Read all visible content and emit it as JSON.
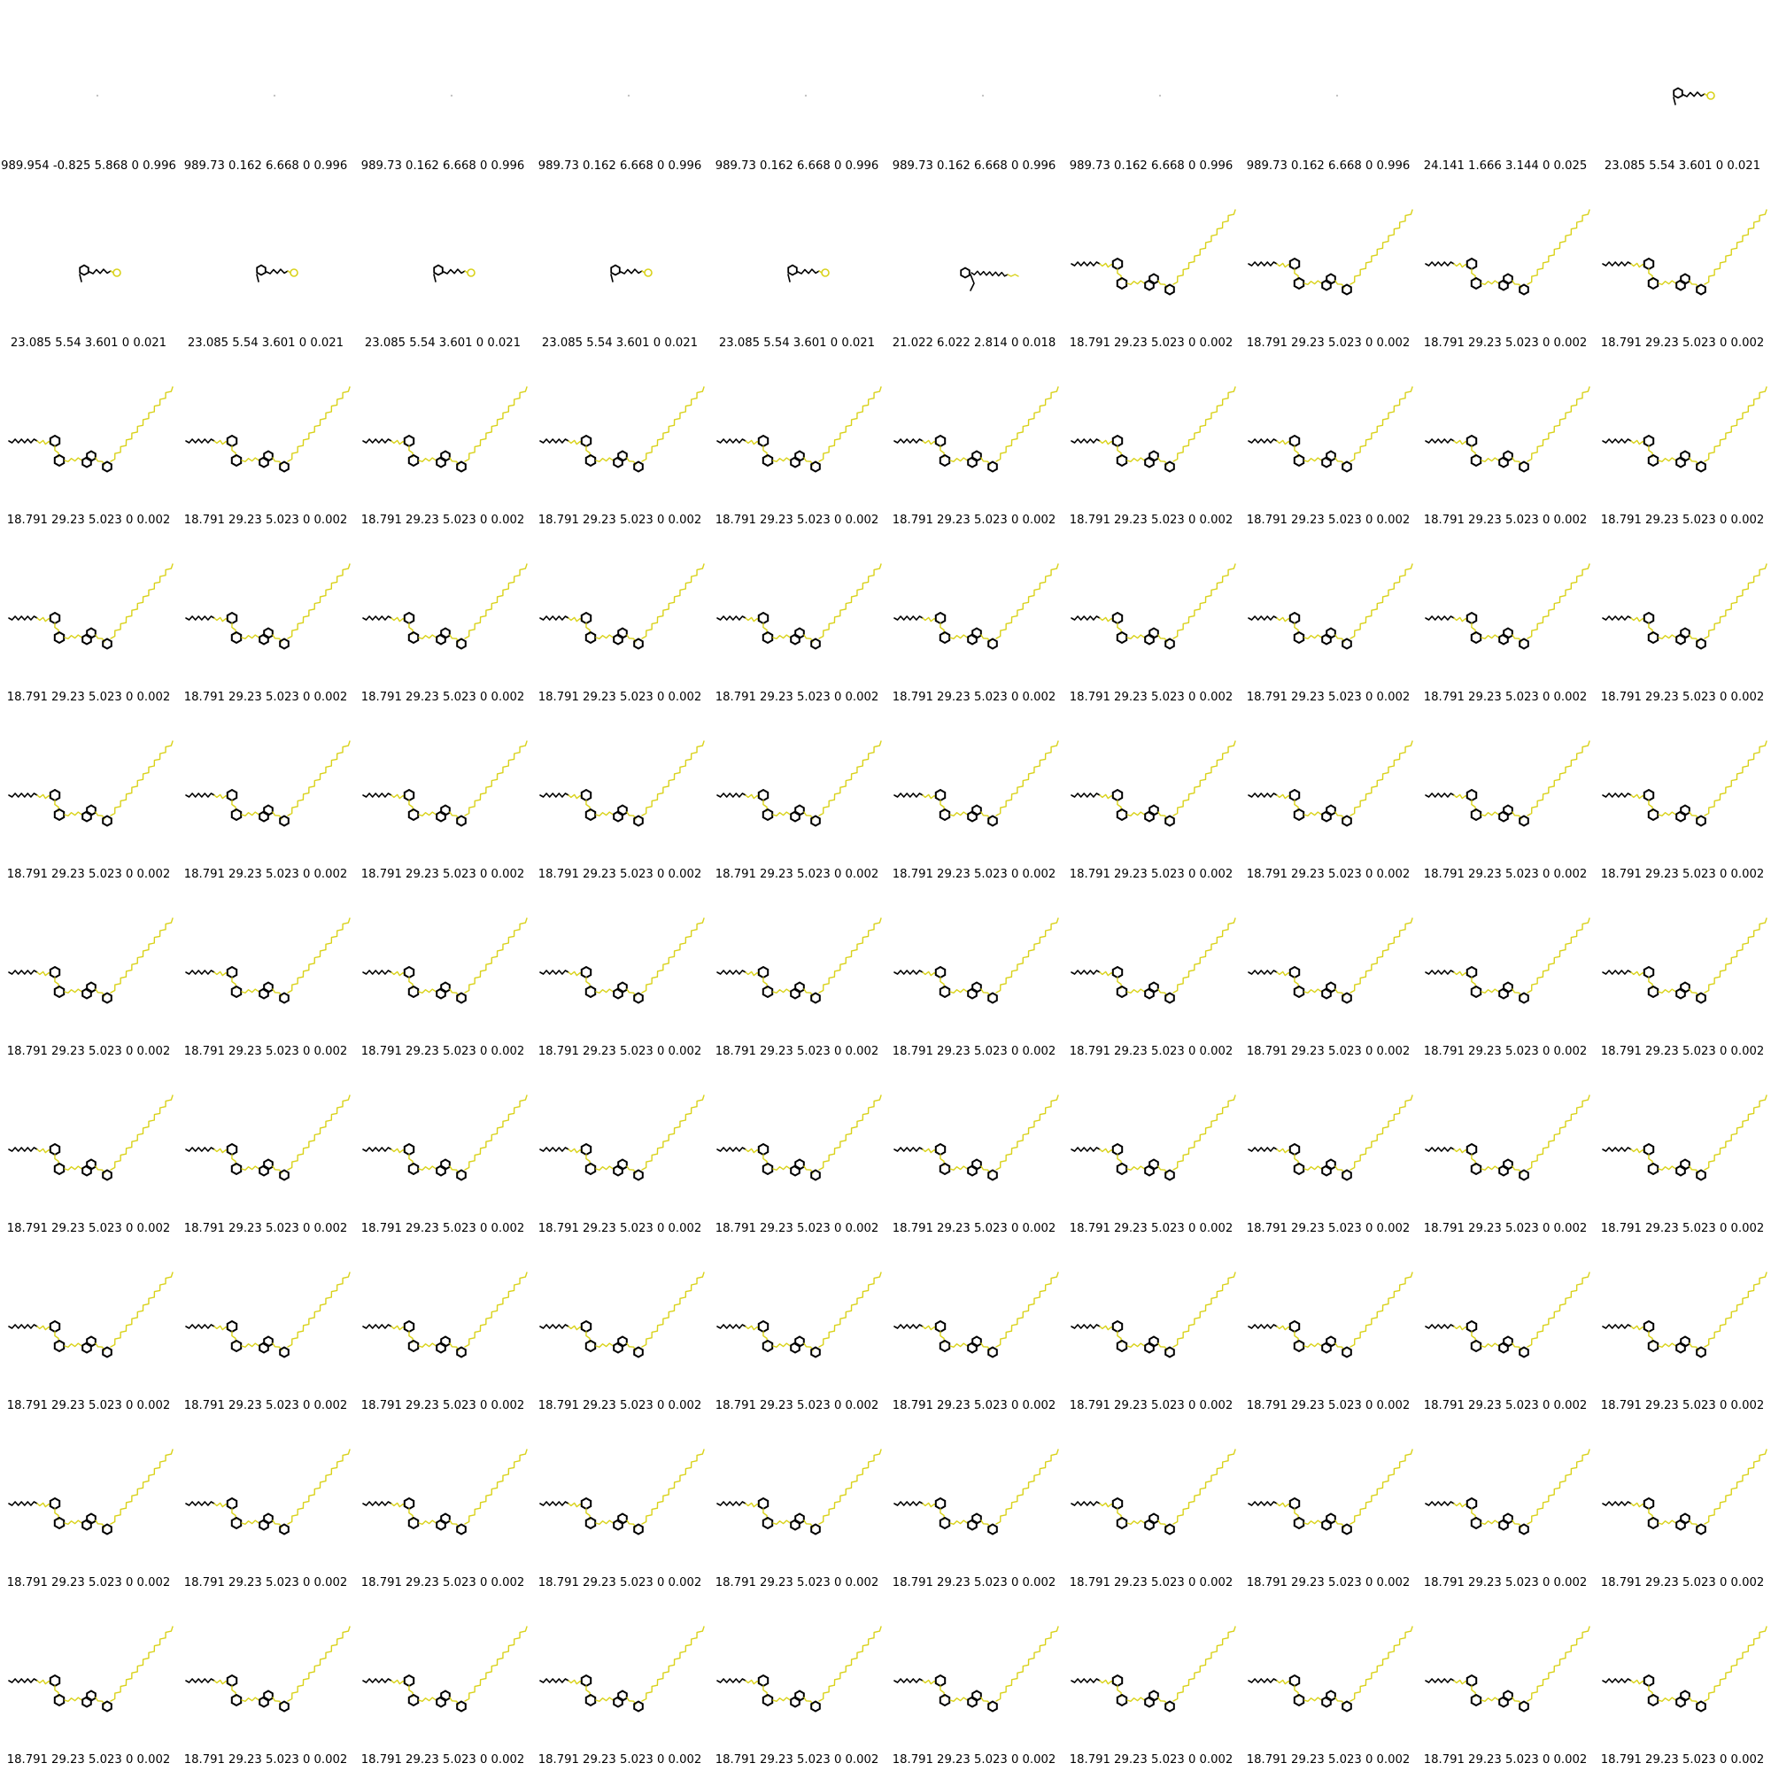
{
  "grid": {
    "columns": 10,
    "rows": 10
  },
  "colors": {
    "backbone": "#000000",
    "highlight": "#d9d21a",
    "caption": "#000000"
  },
  "kind_legend": {
    "dot": "tiny single-atom fragment",
    "tiny_chain": "short zigzag chain",
    "ring_chain": "ring with chain ending in a highlighted ring",
    "long_chain": "ring with long zigzag tail",
    "big": "extended molecule: long tail, rings, linker and long highlighted chain"
  },
  "cells": [
    {
      "kind": "dot",
      "caption": "989.954 -0.825 5.868 0 0.996"
    },
    {
      "kind": "dot",
      "caption": "989.73 0.162 6.668 0 0.996"
    },
    {
      "kind": "dot",
      "caption": "989.73 0.162 6.668 0 0.996"
    },
    {
      "kind": "dot",
      "caption": "989.73 0.162 6.668 0 0.996"
    },
    {
      "kind": "dot",
      "caption": "989.73 0.162 6.668 0 0.996"
    },
    {
      "kind": "dot",
      "caption": "989.73 0.162 6.668 0 0.996"
    },
    {
      "kind": "dot",
      "caption": "989.73 0.162 6.668 0 0.996"
    },
    {
      "kind": "dot",
      "caption": "989.73 0.162 6.668 0 0.996"
    },
    {
      "kind": "tiny_chain",
      "caption": "24.141 1.666 3.144 0 0.025"
    },
    {
      "kind": "ring_chain",
      "caption": "23.085 5.54 3.601 0 0.021"
    },
    {
      "kind": "ring_chain",
      "caption": "23.085 5.54 3.601 0 0.021"
    },
    {
      "kind": "ring_chain",
      "caption": "23.085 5.54 3.601 0 0.021"
    },
    {
      "kind": "ring_chain",
      "caption": "23.085 5.54 3.601 0 0.021"
    },
    {
      "kind": "ring_chain",
      "caption": "23.085 5.54 3.601 0 0.021"
    },
    {
      "kind": "ring_chain",
      "caption": "23.085 5.54 3.601 0 0.021"
    },
    {
      "kind": "long_chain",
      "caption": "21.022 6.022 2.814 0 0.018"
    },
    {
      "kind": "big",
      "caption": "18.791 29.23 5.023 0 0.002"
    },
    {
      "kind": "big",
      "caption": "18.791 29.23 5.023 0 0.002"
    },
    {
      "kind": "big",
      "caption": "18.791 29.23 5.023 0 0.002"
    },
    {
      "kind": "big",
      "caption": "18.791 29.23 5.023 0 0.002"
    },
    {
      "kind": "big",
      "caption": "18.791 29.23 5.023 0 0.002"
    },
    {
      "kind": "big",
      "caption": "18.791 29.23 5.023 0 0.002"
    },
    {
      "kind": "big",
      "caption": "18.791 29.23 5.023 0 0.002"
    },
    {
      "kind": "big",
      "caption": "18.791 29.23 5.023 0 0.002"
    },
    {
      "kind": "big",
      "caption": "18.791 29.23 5.023 0 0.002"
    },
    {
      "kind": "big",
      "caption": "18.791 29.23 5.023 0 0.002"
    },
    {
      "kind": "big",
      "caption": "18.791 29.23 5.023 0 0.002"
    },
    {
      "kind": "big",
      "caption": "18.791 29.23 5.023 0 0.002"
    },
    {
      "kind": "big",
      "caption": "18.791 29.23 5.023 0 0.002"
    },
    {
      "kind": "big",
      "caption": "18.791 29.23 5.023 0 0.002"
    },
    {
      "kind": "big",
      "caption": "18.791 29.23 5.023 0 0.002"
    },
    {
      "kind": "big",
      "caption": "18.791 29.23 5.023 0 0.002"
    },
    {
      "kind": "big",
      "caption": "18.791 29.23 5.023 0 0.002"
    },
    {
      "kind": "big",
      "caption": "18.791 29.23 5.023 0 0.002"
    },
    {
      "kind": "big",
      "caption": "18.791 29.23 5.023 0 0.002"
    },
    {
      "kind": "big",
      "caption": "18.791 29.23 5.023 0 0.002"
    },
    {
      "kind": "big",
      "caption": "18.791 29.23 5.023 0 0.002"
    },
    {
      "kind": "big",
      "caption": "18.791 29.23 5.023 0 0.002"
    },
    {
      "kind": "big",
      "caption": "18.791 29.23 5.023 0 0.002"
    },
    {
      "kind": "big",
      "caption": "18.791 29.23 5.023 0 0.002"
    },
    {
      "kind": "big",
      "caption": "18.791 29.23 5.023 0 0.002"
    },
    {
      "kind": "big",
      "caption": "18.791 29.23 5.023 0 0.002"
    },
    {
      "kind": "big",
      "caption": "18.791 29.23 5.023 0 0.002"
    },
    {
      "kind": "big",
      "caption": "18.791 29.23 5.023 0 0.002"
    },
    {
      "kind": "big",
      "caption": "18.791 29.23 5.023 0 0.002"
    },
    {
      "kind": "big",
      "caption": "18.791 29.23 5.023 0 0.002"
    },
    {
      "kind": "big",
      "caption": "18.791 29.23 5.023 0 0.002"
    },
    {
      "kind": "big",
      "caption": "18.791 29.23 5.023 0 0.002"
    },
    {
      "kind": "big",
      "caption": "18.791 29.23 5.023 0 0.002"
    },
    {
      "kind": "big",
      "caption": "18.791 29.23 5.023 0 0.002"
    },
    {
      "kind": "big",
      "caption": "18.791 29.23 5.023 0 0.002"
    },
    {
      "kind": "big",
      "caption": "18.791 29.23 5.023 0 0.002"
    },
    {
      "kind": "big",
      "caption": "18.791 29.23 5.023 0 0.002"
    },
    {
      "kind": "big",
      "caption": "18.791 29.23 5.023 0 0.002"
    },
    {
      "kind": "big",
      "caption": "18.791 29.23 5.023 0 0.002"
    },
    {
      "kind": "big",
      "caption": "18.791 29.23 5.023 0 0.002"
    },
    {
      "kind": "big",
      "caption": "18.791 29.23 5.023 0 0.002"
    },
    {
      "kind": "big",
      "caption": "18.791 29.23 5.023 0 0.002"
    },
    {
      "kind": "big",
      "caption": "18.791 29.23 5.023 0 0.002"
    },
    {
      "kind": "big",
      "caption": "18.791 29.23 5.023 0 0.002"
    },
    {
      "kind": "big",
      "caption": "18.791 29.23 5.023 0 0.002"
    },
    {
      "kind": "big",
      "caption": "18.791 29.23 5.023 0 0.002"
    },
    {
      "kind": "big",
      "caption": "18.791 29.23 5.023 0 0.002"
    },
    {
      "kind": "big",
      "caption": "18.791 29.23 5.023 0 0.002"
    },
    {
      "kind": "big",
      "caption": "18.791 29.23 5.023 0 0.002"
    },
    {
      "kind": "big",
      "caption": "18.791 29.23 5.023 0 0.002"
    },
    {
      "kind": "big",
      "caption": "18.791 29.23 5.023 0 0.002"
    },
    {
      "kind": "big",
      "caption": "18.791 29.23 5.023 0 0.002"
    },
    {
      "kind": "big",
      "caption": "18.791 29.23 5.023 0 0.002"
    },
    {
      "kind": "big",
      "caption": "18.791 29.23 5.023 0 0.002"
    },
    {
      "kind": "big",
      "caption": "18.791 29.23 5.023 0 0.002"
    },
    {
      "kind": "big",
      "caption": "18.791 29.23 5.023 0 0.002"
    },
    {
      "kind": "big",
      "caption": "18.791 29.23 5.023 0 0.002"
    },
    {
      "kind": "big",
      "caption": "18.791 29.23 5.023 0 0.002"
    },
    {
      "kind": "big",
      "caption": "18.791 29.23 5.023 0 0.002"
    },
    {
      "kind": "big",
      "caption": "18.791 29.23 5.023 0 0.002"
    },
    {
      "kind": "big",
      "caption": "18.791 29.23 5.023 0 0.002"
    },
    {
      "kind": "big",
      "caption": "18.791 29.23 5.023 0 0.002"
    },
    {
      "kind": "big",
      "caption": "18.791 29.23 5.023 0 0.002"
    },
    {
      "kind": "big",
      "caption": "18.791 29.23 5.023 0 0.002"
    },
    {
      "kind": "big",
      "caption": "18.791 29.23 5.023 0 0.002"
    },
    {
      "kind": "big",
      "caption": "18.791 29.23 5.023 0 0.002"
    },
    {
      "kind": "big",
      "caption": "18.791 29.23 5.023 0 0.002"
    },
    {
      "kind": "big",
      "caption": "18.791 29.23 5.023 0 0.002"
    },
    {
      "kind": "big",
      "caption": "18.791 29.23 5.023 0 0.002"
    },
    {
      "kind": "big",
      "caption": "18.791 29.23 5.023 0 0.002"
    },
    {
      "kind": "big",
      "caption": "18.791 29.23 5.023 0 0.002"
    },
    {
      "kind": "big",
      "caption": "18.791 29.23 5.023 0 0.002"
    },
    {
      "kind": "big",
      "caption": "18.791 29.23 5.023 0 0.002"
    },
    {
      "kind": "big",
      "caption": "18.791 29.23 5.023 0 0.002"
    },
    {
      "kind": "big",
      "caption": "18.791 29.23 5.023 0 0.002"
    },
    {
      "kind": "big",
      "caption": "18.791 29.23 5.023 0 0.002"
    },
    {
      "kind": "big",
      "caption": "18.791 29.23 5.023 0 0.002"
    },
    {
      "kind": "big",
      "caption": "18.791 29.23 5.023 0 0.002"
    },
    {
      "kind": "big",
      "caption": "18.791 29.23 5.023 0 0.002"
    },
    {
      "kind": "big",
      "caption": "18.791 29.23 5.023 0 0.002"
    },
    {
      "kind": "big",
      "caption": "18.791 29.23 5.023 0 0.002"
    },
    {
      "kind": "big",
      "caption": "18.791 29.23 5.023 0 0.002"
    },
    {
      "kind": "big",
      "caption": "18.791 29.23 5.023 0 0.002"
    },
    {
      "kind": "big",
      "caption": "18.791 29.23 5.023 0 0.002"
    }
  ]
}
